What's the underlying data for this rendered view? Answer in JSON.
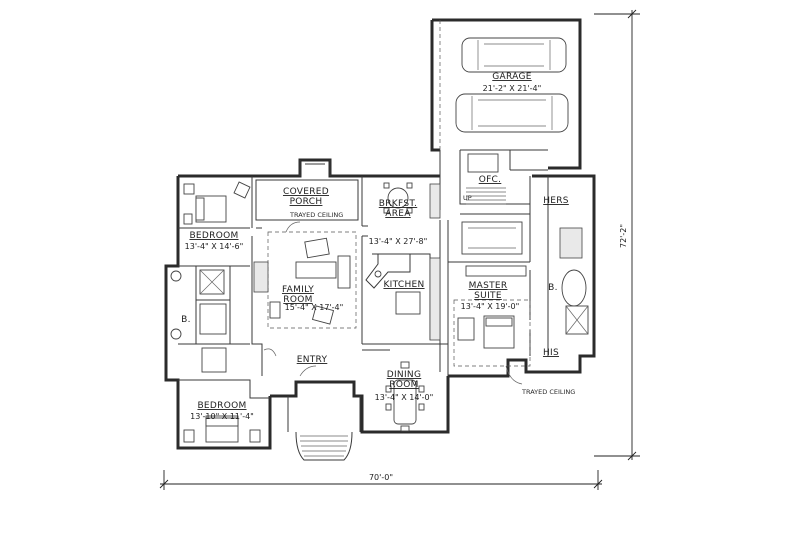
{
  "rooms": {
    "garage": {
      "name": "GARAGE",
      "size": "21'-2\" X 21'-4\""
    },
    "covered_porch": {
      "name1": "COVERED",
      "name2": "PORCH",
      "note": "TRAYED CEILING"
    },
    "bkfst": {
      "name1": "BRKFST.",
      "name2": "AREA",
      "size": "13'-4\" X 27'-8\""
    },
    "ofc": {
      "name": "OFC."
    },
    "up": {
      "text": "UP"
    },
    "hers": {
      "name": "HERS"
    },
    "his": {
      "name": "HIS"
    },
    "bedroom_upper": {
      "name": "BEDROOM",
      "size": "13'-4\" X 14'-6\""
    },
    "family": {
      "name1": "FAMILY",
      "name2": "ROOM",
      "size": "15'-4\" X 17'-4\""
    },
    "kitchen": {
      "name": "KITCHEN"
    },
    "master": {
      "name1": "MASTER",
      "name2": "SUITE",
      "size": "13'-4\" X 19'-0\""
    },
    "bath_left": {
      "name": "B."
    },
    "bath_master": {
      "name": "B."
    },
    "entry": {
      "name": "ENTRY"
    },
    "dining": {
      "name1": "DINING",
      "name2": "ROOM",
      "size": "13'-4\" X 14'-0\""
    },
    "master_ceiling": {
      "note": "TRAYED CEILING"
    },
    "bedroom_lower": {
      "name": "BEDROOM",
      "size": "13'-10\" X 11'-4\""
    }
  },
  "dimensions": {
    "width": "70'-0\"",
    "depth": "72'-2\""
  }
}
